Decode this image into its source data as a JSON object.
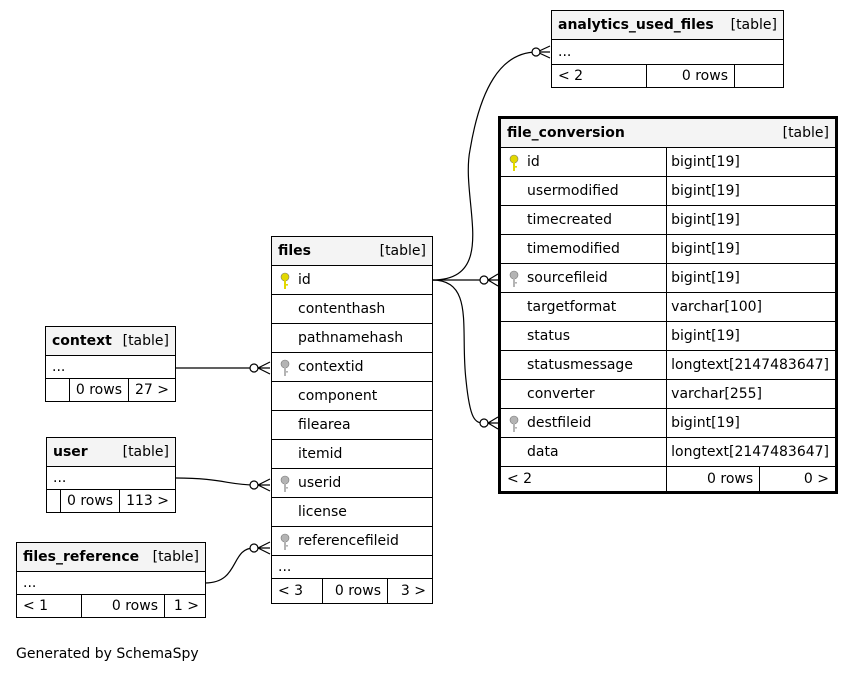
{
  "footer": "Generated by SchemaSpy",
  "tables": {
    "analytics_used_files": {
      "name": "analytics_used_files",
      "tag": "[table]",
      "ellipsis": "...",
      "stats": [
        "< 2",
        "0 rows",
        ""
      ]
    },
    "file_conversion": {
      "name": "file_conversion",
      "tag": "[table]",
      "columns": [
        {
          "name": "id",
          "type": "bigint[19]",
          "key": "primary"
        },
        {
          "name": "usermodified",
          "type": "bigint[19]"
        },
        {
          "name": "timecreated",
          "type": "bigint[19]"
        },
        {
          "name": "timemodified",
          "type": "bigint[19]"
        },
        {
          "name": "sourcefileid",
          "type": "bigint[19]",
          "key": "foreign"
        },
        {
          "name": "targetformat",
          "type": "varchar[100]"
        },
        {
          "name": "status",
          "type": "bigint[19]"
        },
        {
          "name": "statusmessage",
          "type": "longtext[2147483647]"
        },
        {
          "name": "converter",
          "type": "varchar[255]"
        },
        {
          "name": "destfileid",
          "type": "bigint[19]",
          "key": "foreign"
        },
        {
          "name": "data",
          "type": "longtext[2147483647]"
        }
      ],
      "stats": [
        "< 2",
        "0 rows",
        "0 >"
      ]
    },
    "files": {
      "name": "files",
      "tag": "[table]",
      "columns": [
        {
          "name": "id",
          "key": "primary"
        },
        {
          "name": "contenthash"
        },
        {
          "name": "pathnamehash"
        },
        {
          "name": "contextid",
          "key": "foreign"
        },
        {
          "name": "component"
        },
        {
          "name": "filearea"
        },
        {
          "name": "itemid"
        },
        {
          "name": "userid",
          "key": "foreign"
        },
        {
          "name": "license"
        },
        {
          "name": "referencefileid",
          "key": "foreign"
        }
      ],
      "ellipsis": "...",
      "stats": [
        "< 3",
        "0 rows",
        "3 >"
      ]
    },
    "context": {
      "name": "context",
      "tag": "[table]",
      "ellipsis": "...",
      "stats": [
        "",
        "0 rows",
        "27 >"
      ]
    },
    "user": {
      "name": "user",
      "tag": "[table]",
      "ellipsis": "...",
      "stats": [
        "",
        "0 rows",
        "113 >"
      ]
    },
    "files_reference": {
      "name": "files_reference",
      "tag": "[table]",
      "ellipsis": "...",
      "stats": [
        "< 1",
        "0 rows",
        "1 >"
      ]
    }
  },
  "colors": {
    "primary_key": "#e2d800",
    "foreign_key": "#b4b4b4",
    "header_bg": "#f4f4f4"
  }
}
